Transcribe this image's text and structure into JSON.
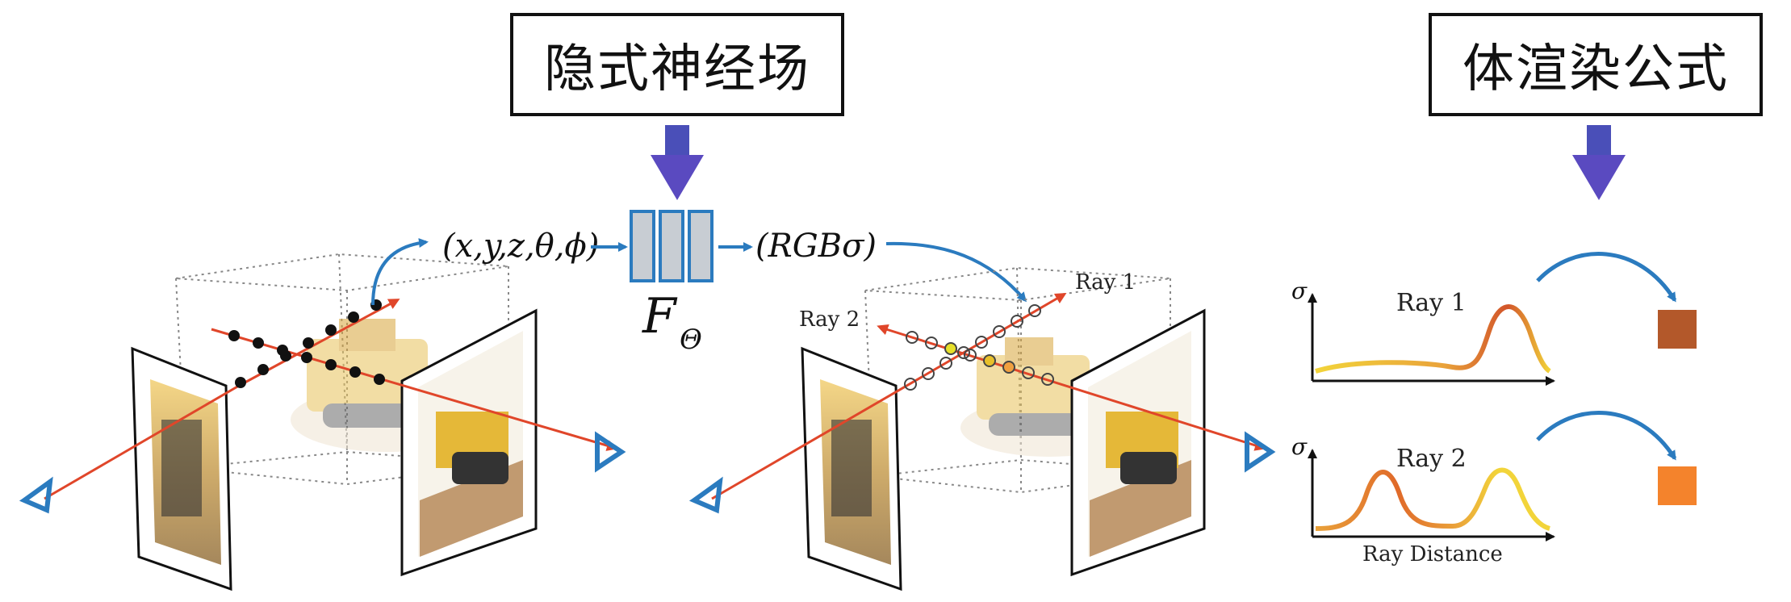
{
  "labels": {
    "implicit_field": "隐式神经场",
    "volume_rendering": "体渲染公式",
    "input_tuple": "(x,y,z,θ,ϕ)",
    "output_tuple": "(RGBσ)",
    "network_symbol": "F",
    "network_subscript": "Θ",
    "ray1": "Ray 1",
    "ray2": "Ray 2",
    "sigma": "σ",
    "ray_distance": "Ray Distance"
  },
  "colors": {
    "accent_arrow": "#4a4fb8",
    "flow_arrow": "#2b7bbf",
    "ray": "#e0462a",
    "pixel_ray1": "#b3582a",
    "pixel_ray2": "#f4832c",
    "net_fill": "#c8cdd3",
    "net_stroke": "#2b7bbf"
  }
}
